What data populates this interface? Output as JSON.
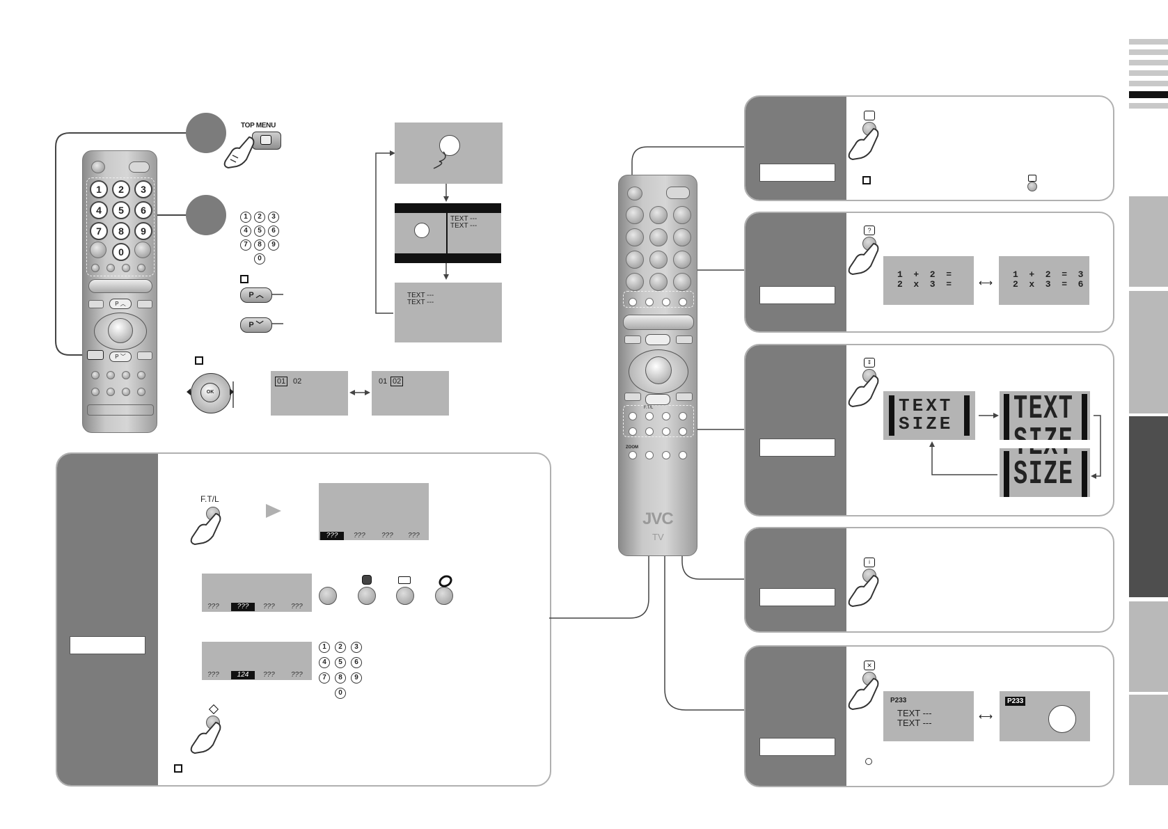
{
  "remote_top": {
    "top_menu_label": "TOP MENU",
    "keypad": [
      "1",
      "2",
      "3",
      "4",
      "5",
      "6",
      "7",
      "8",
      "9",
      "0"
    ],
    "mini_keypad": [
      "1",
      "2",
      "3",
      "4",
      "5",
      "6",
      "7",
      "8",
      "9",
      "0"
    ],
    "p_up": "P",
    "p_down": "P",
    "top_menu_small": "TOP MENU",
    "ok_label": "OK"
  },
  "page_numbers": {
    "left": {
      "first": "01",
      "second": "02"
    },
    "right": {
      "first": "01",
      "second": "02"
    }
  },
  "teletext_screens": {
    "line": "TEXT ---"
  },
  "ftl_panel": {
    "ftl_label": "F.T/L",
    "bar1": [
      "???",
      "???",
      "???",
      "???"
    ],
    "bar2": [
      "???",
      "???",
      "???",
      "???"
    ],
    "bar3": [
      "???",
      "124",
      "???",
      "???"
    ],
    "keypad": [
      "1",
      "2",
      "3",
      "4",
      "5",
      "6",
      "7",
      "8",
      "9",
      "0"
    ]
  },
  "remote_right": {
    "brand": "JVC",
    "tv": "TV",
    "zoom": "ZOOM",
    "ftl": "F.T/L"
  },
  "reveal_panel": {
    "left_math": [
      "1  +  2  =",
      "2  x  3  ="
    ],
    "right_math": [
      "1  +  2  =  3",
      "2  x  3  =  6"
    ]
  },
  "size_panel": {
    "text": "TEXT",
    "size": "SIZE"
  },
  "cancel_panel": {
    "page": "P233",
    "line1": "TEXT ---",
    "line2": "TEXT ---",
    "badge": "P233"
  },
  "colors": {
    "side": "#7c7c7c",
    "screen": "#b4b4b4",
    "tab_dark": "#4e4e4e",
    "tab_light": "#b9b9b9"
  }
}
